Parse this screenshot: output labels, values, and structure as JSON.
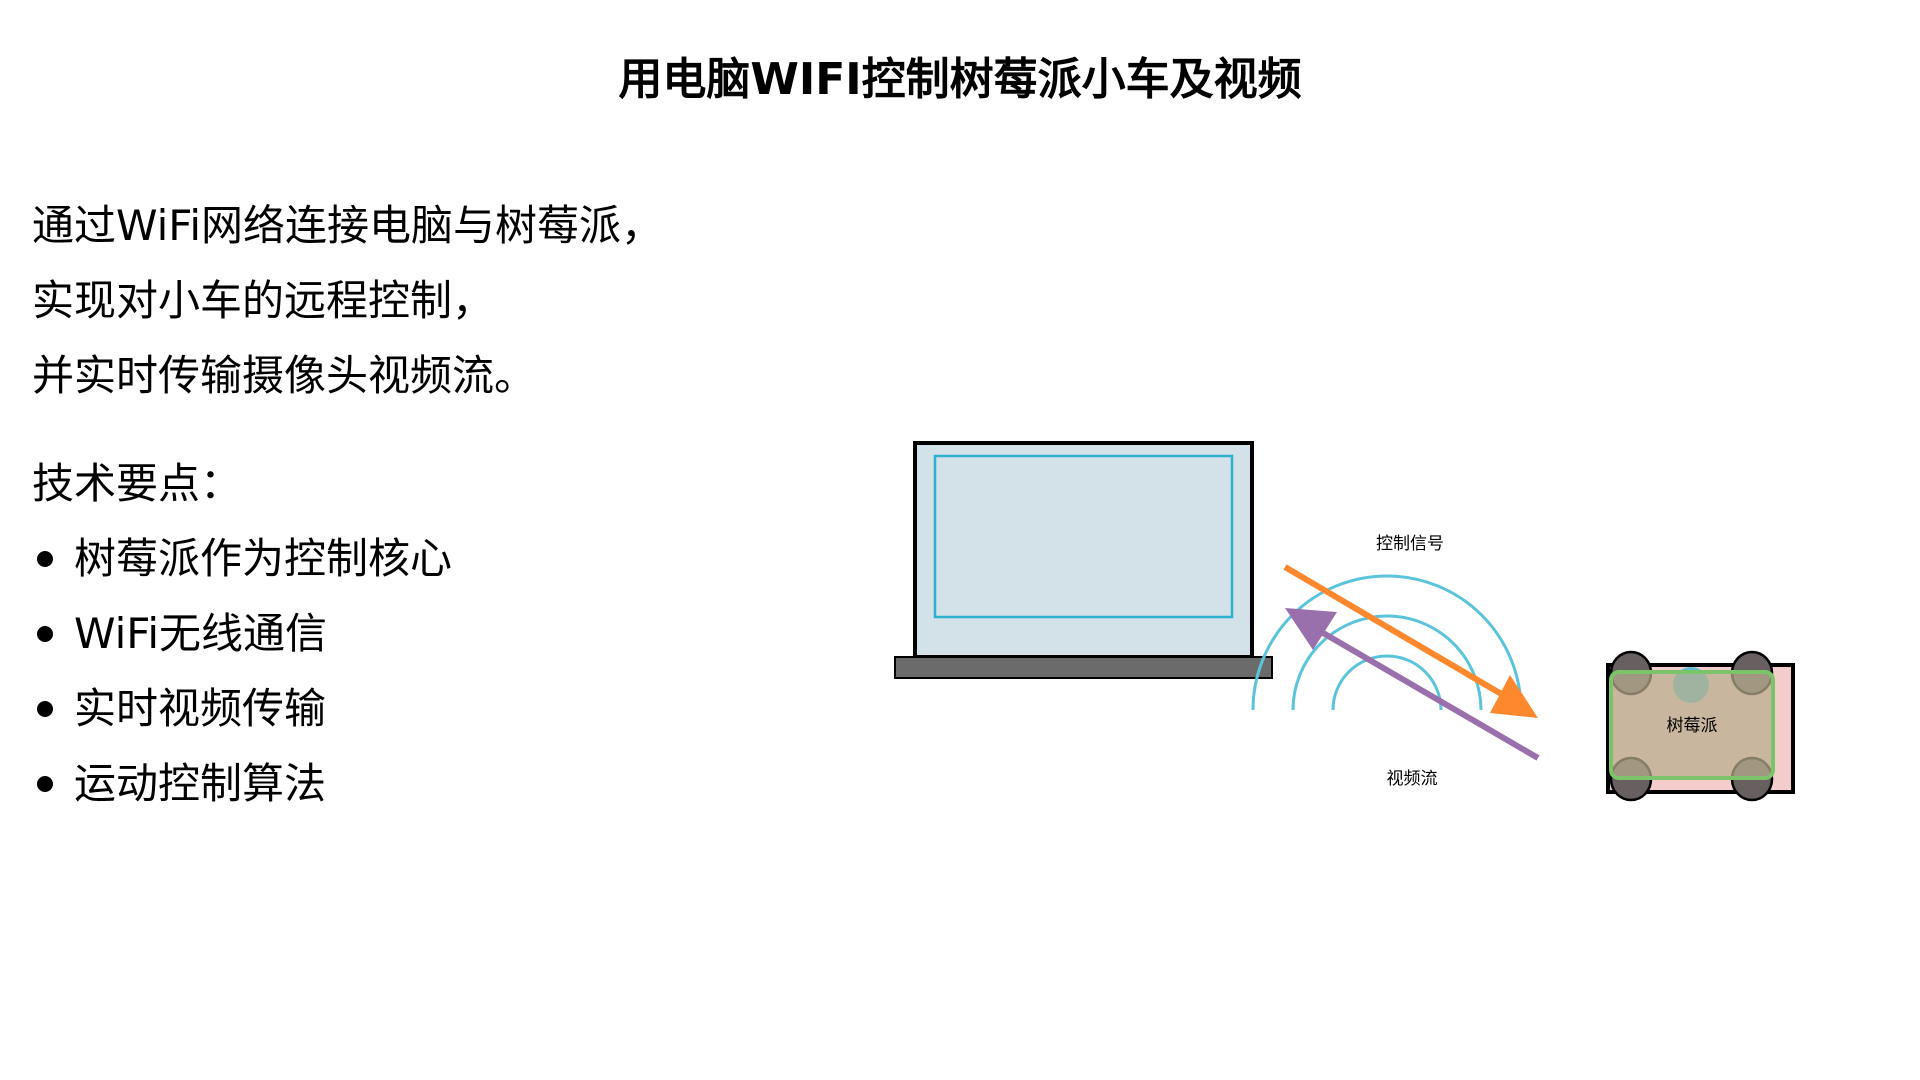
{
  "slide": {
    "title": "用电脑WIFI控制树莓派小车及视频",
    "description": [
      "通过WiFi网络连接电脑与树莓派，",
      "实现对小车的远程控制，",
      "并实时传输摄像头视频流。"
    ],
    "points_heading": "技术要点：",
    "points": [
      "树莓派作为控制核心",
      "WiFi无线通信",
      "实时视频传输",
      "运动控制算法"
    ]
  },
  "diagram": {
    "laptop": {
      "screen_fill": "#d3e1e8",
      "screen_inner_stroke": "#2eb0cf",
      "base_fill": "#6b6b6b"
    },
    "wifi_signal": {
      "color": "#5bc4dc",
      "arcs": 3
    },
    "control_signal": {
      "label": "控制信号",
      "color": "#fd882d",
      "direction": "computer-to-car"
    },
    "video_stream": {
      "label": "视频流",
      "color": "#9a70ac",
      "direction": "car-to-computer"
    },
    "car": {
      "label": "树莓派",
      "body_fill": "#f2cdcb",
      "board_fill": "#c9bda8",
      "board_stroke": "#7bc46a",
      "wheel_fill": "#686060",
      "camera_fill": "#6eb3ae"
    }
  }
}
